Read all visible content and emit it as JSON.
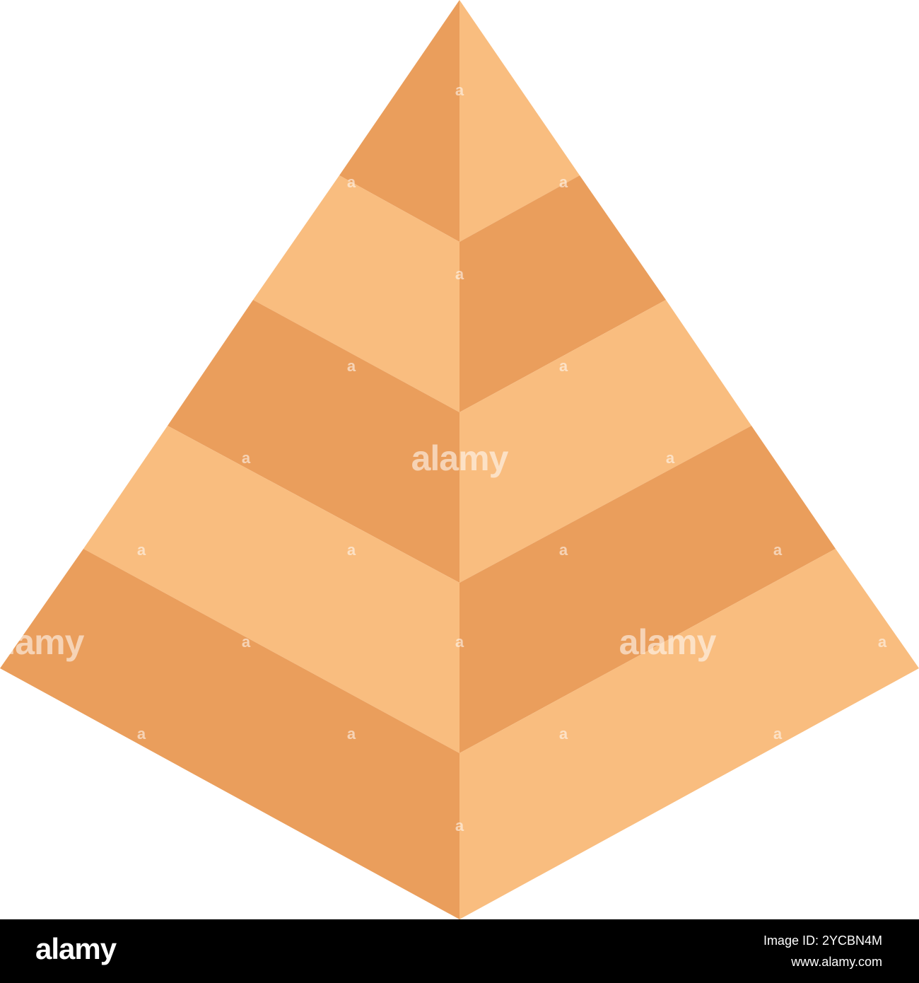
{
  "illustration": {
    "subject": "layered-pyramid",
    "colors": {
      "dark_band": "#EA9E5C",
      "light_band": "#F9BD7F",
      "background": "#FFFFFF"
    },
    "icon": "pyramid-icon"
  },
  "watermark": {
    "small_mark": "a",
    "big_mark": "alamy"
  },
  "footer": {
    "logo": "alamy",
    "image_id": "Image ID: 2YCBN4M",
    "url": "www.alamy.com",
    "background": "#000000"
  }
}
